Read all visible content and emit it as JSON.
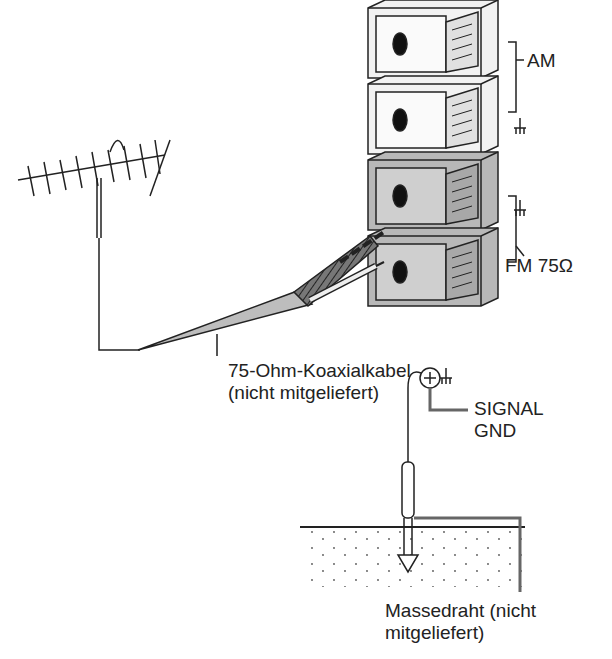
{
  "diagram": {
    "labels": [
      "AM",
      "FM 75Ω",
      "75-Ohm-Koaxialkabel (nicht mitgeliefert)",
      "SIGNAL GND",
      "Massedraht (nicht mitgeliefert)"
    ]
  }
}
